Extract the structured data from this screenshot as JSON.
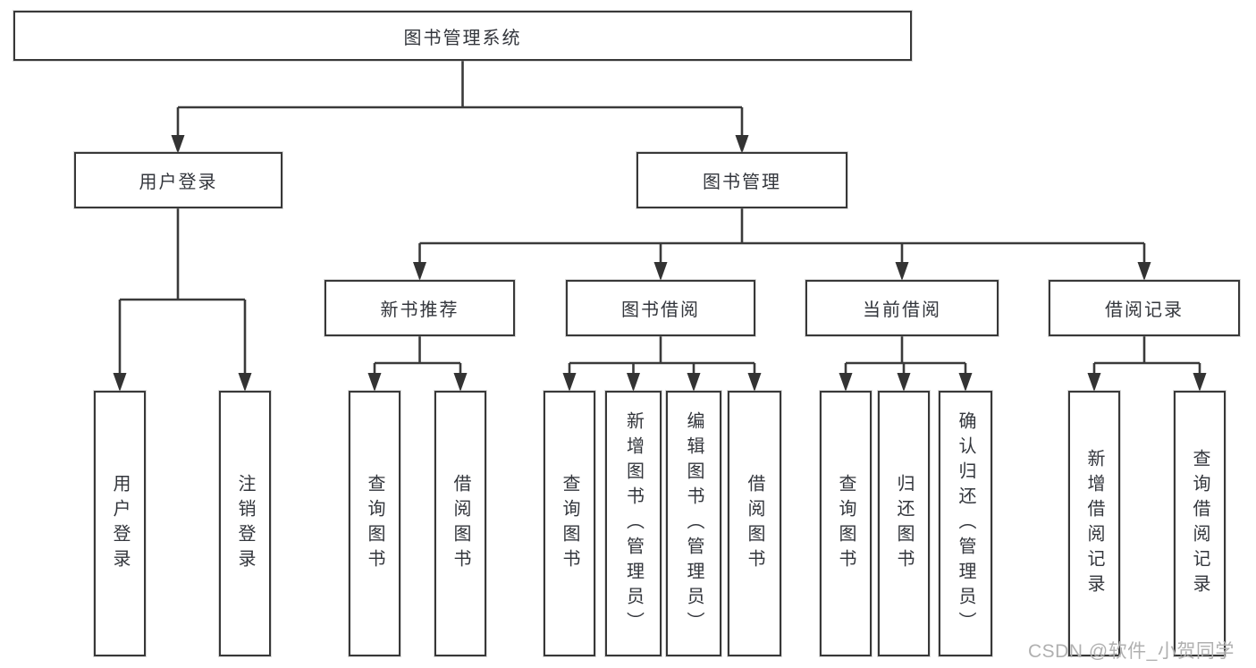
{
  "tree": {
    "root": {
      "label": "图书管理系统"
    },
    "user_login": {
      "label": "用户登录",
      "children": [
        "用户登录",
        "注销登录"
      ]
    },
    "book_management": {
      "label": "图书管理",
      "modules": [
        {
          "label": "新书推荐",
          "children": [
            "查询图书",
            "借阅图书"
          ]
        },
        {
          "label": "图书借阅",
          "children": [
            "查询图书",
            "新增图书（管理员）",
            "编辑图书（管理员）",
            "借阅图书"
          ]
        },
        {
          "label": "当前借阅",
          "children": [
            "查询图书",
            "归还图书",
            "确认归还（管理员）"
          ]
        },
        {
          "label": "借阅记录",
          "children": [
            "新增借阅记录",
            "查询借阅记录"
          ]
        }
      ]
    }
  },
  "watermark": {
    "text": "CSDN @软件_小贺同学"
  },
  "colors": {
    "line": "#3a3a3a",
    "box_border": "#383838",
    "box_background": "#ffffff",
    "text": "#33363c",
    "watermark": "#b0b0b0"
  }
}
